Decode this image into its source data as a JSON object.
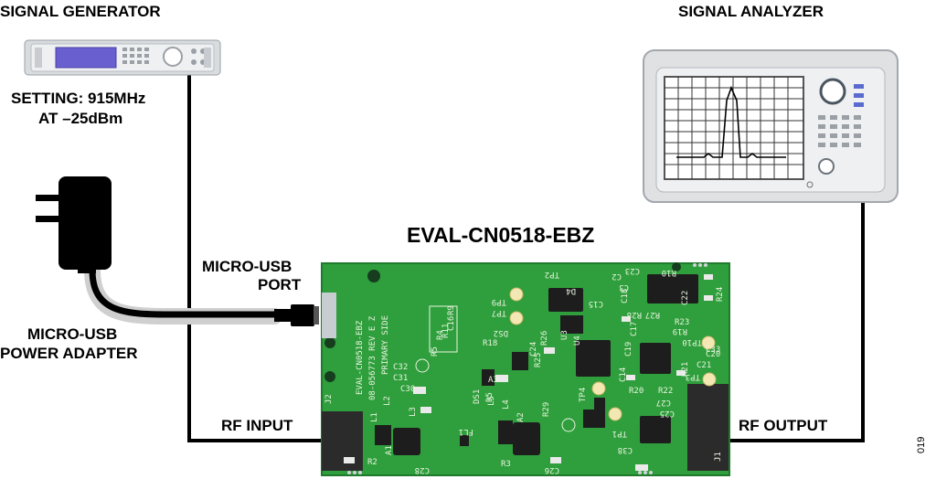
{
  "labels": {
    "signal_generator": "SIGNAL GENERATOR",
    "setting_line1": "SETTING: 915MHz",
    "setting_line2": "AT –25dBm",
    "signal_analyzer": "SIGNAL ANALYZER",
    "board_title": "EVAL-CN0518-EBZ",
    "micro_usb_port_line1": "MICRO-USB",
    "micro_usb_port_line2": "PORT",
    "power_adapter_line1": "MICRO-USB",
    "power_adapter_line2": "POWER ADAPTER",
    "rf_input": "RF INPUT",
    "rf_output": "RF OUTPUT",
    "figure_number": "019"
  },
  "silkscreen": {
    "board_id_1": "EVAL-CN0518-EBZ",
    "board_id_2": "08-056773 REV E Z",
    "board_id_3": "PRIMARY SIDE",
    "refs": [
      "J2",
      "J1",
      "C30",
      "C31",
      "C32",
      "L1",
      "L2",
      "L3",
      "L4",
      "L5",
      "R2",
      "R3",
      "R4",
      "R5",
      "R9",
      "R10",
      "R11",
      "R18",
      "R19",
      "R20",
      "R21",
      "R22",
      "R23",
      "R24",
      "R25",
      "R26",
      "R27",
      "R28",
      "R29",
      "C2",
      "C3",
      "C14",
      "C15",
      "C16",
      "C17",
      "C18",
      "C19",
      "C20",
      "C21",
      "C22",
      "C23",
      "C24",
      "C25",
      "C26",
      "C27",
      "C28",
      "C33",
      "C38",
      "TP1",
      "TP2",
      "TP3",
      "TP4",
      "TP7",
      "TP9",
      "TP10",
      "D4",
      "D5",
      "DS1",
      "DS2",
      "FL1",
      "U3",
      "U4",
      "A1",
      "A2",
      "A3"
    ]
  },
  "colors": {
    "pcb": "#2f9e3c",
    "pcb_dark": "#1f7a2c",
    "cable": "#000000",
    "instrument_body": "#e6e8ea",
    "display_purple": "#6a5fcf"
  }
}
